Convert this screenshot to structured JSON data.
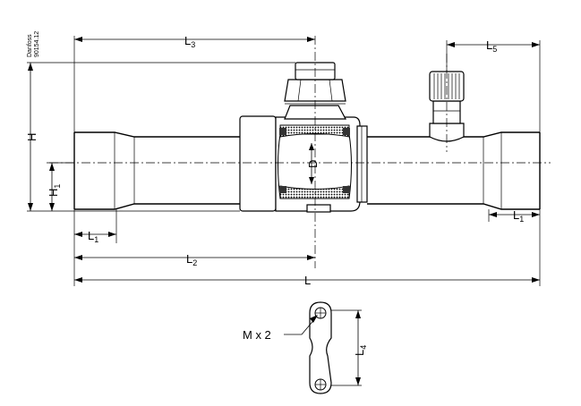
{
  "reference": {
    "brand": "Danfoss",
    "code": "90154.12"
  },
  "dimensions": {
    "H": {
      "main": "H",
      "sub": ""
    },
    "H1": {
      "main": "H",
      "sub": "1"
    },
    "L": {
      "main": "L",
      "sub": ""
    },
    "L1_left": {
      "main": "L",
      "sub": "1"
    },
    "L1_right": {
      "main": "L",
      "sub": "1"
    },
    "L2": {
      "main": "L",
      "sub": "2"
    },
    "L3": {
      "main": "L",
      "sub": "3"
    },
    "L4": {
      "main": "L",
      "sub": "4"
    },
    "L5": {
      "main": "L",
      "sub": "5"
    },
    "D": "D",
    "M": "M x 2"
  }
}
